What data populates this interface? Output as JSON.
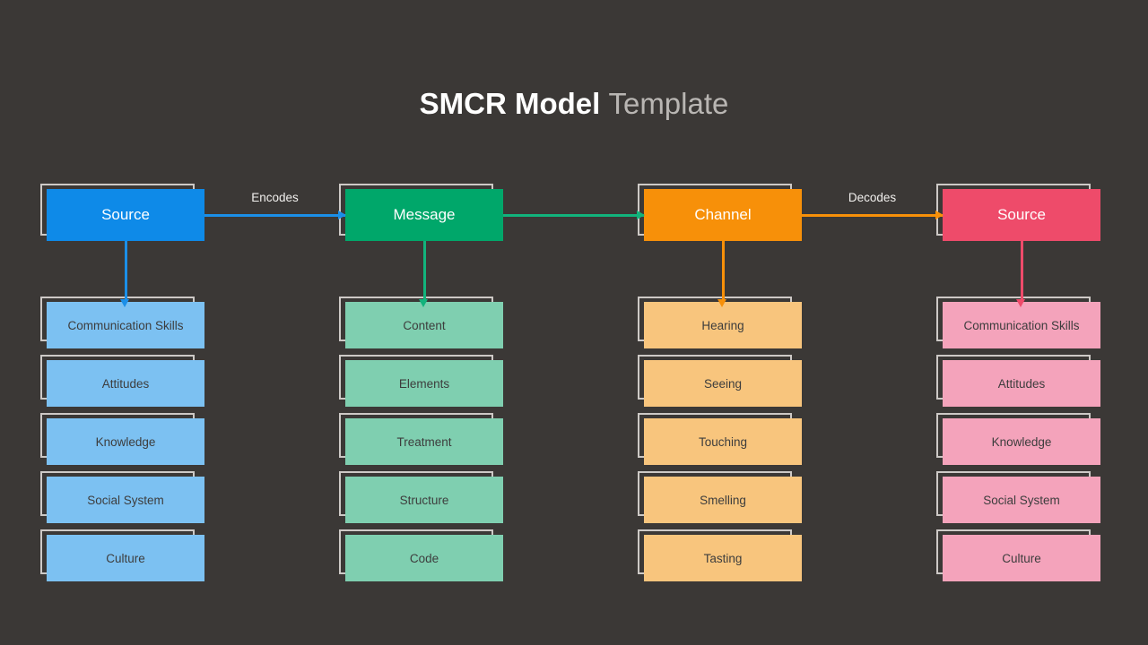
{
  "background_color": "#3b3836",
  "title": {
    "bold_part": "SMCR Model",
    "light_part": "Template",
    "bold_color": "#ffffff",
    "light_color": "#b9b6b3"
  },
  "frame_color": "#cdc9c6",
  "columns": [
    {
      "key": "source_sender",
      "header": "Source",
      "header_color": "#0e8ae8",
      "item_color": "#7cc1f2",
      "item_text_color": "#3d3d3d",
      "connector_color": "#1b8fe8",
      "items": [
        "Communication Skills",
        "Attitudes",
        "Knowledge",
        "Social System",
        "Culture"
      ]
    },
    {
      "key": "message",
      "header": "Message",
      "header_color": "#00a76a",
      "item_color": "#7fcfb0",
      "item_text_color": "#3d3d3d",
      "connector_color": "#12b37c",
      "items": [
        "Content",
        "Elements",
        "Treatment",
        "Structure",
        "Code"
      ]
    },
    {
      "key": "channel",
      "header": "Channel",
      "header_color": "#f79009",
      "item_color": "#f8c57d",
      "item_text_color": "#3d3d3d",
      "connector_color": "#f79009",
      "items": [
        "Hearing",
        "Seeing",
        "Touching",
        "Smelling",
        "Tasting"
      ]
    },
    {
      "key": "source_receiver",
      "header": "Source",
      "header_color": "#ee4b6a",
      "item_color": "#f4a3bb",
      "item_text_color": "#3d3d3d",
      "connector_color": "#ee4b6a",
      "items": [
        "Communication Skills",
        "Attitudes",
        "Knowledge",
        "Social System",
        "Culture"
      ]
    }
  ],
  "connectors": [
    {
      "key": "encodes",
      "label": "Encodes",
      "color": "#1b8fe8"
    },
    {
      "key": "message_to_channel",
      "label": "",
      "color": "#12b37c"
    },
    {
      "key": "decodes",
      "label": "Decodes",
      "color": "#f79009"
    }
  ]
}
